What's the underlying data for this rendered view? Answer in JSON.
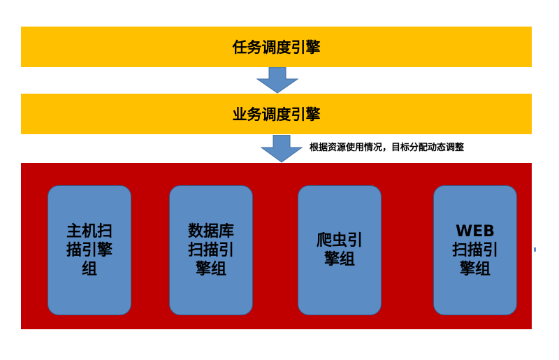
{
  "top_bar": {
    "label": "任务调度引擎"
  },
  "middle_bar": {
    "label": "业务调度引擎"
  },
  "note": {
    "text": "根据资源使用情况，目标分配动态调整"
  },
  "engine_groups": [
    {
      "label": "主机扫描引擎组"
    },
    {
      "label": "数据库扫描引擎组"
    },
    {
      "label": "爬虫引擎组"
    },
    {
      "label": "WEB扫描引擎组"
    }
  ],
  "colors": {
    "bar": "#ffc000",
    "panel": "#c00000",
    "card": "#5b8cc4",
    "arrow": "#5b8cc4"
  }
}
